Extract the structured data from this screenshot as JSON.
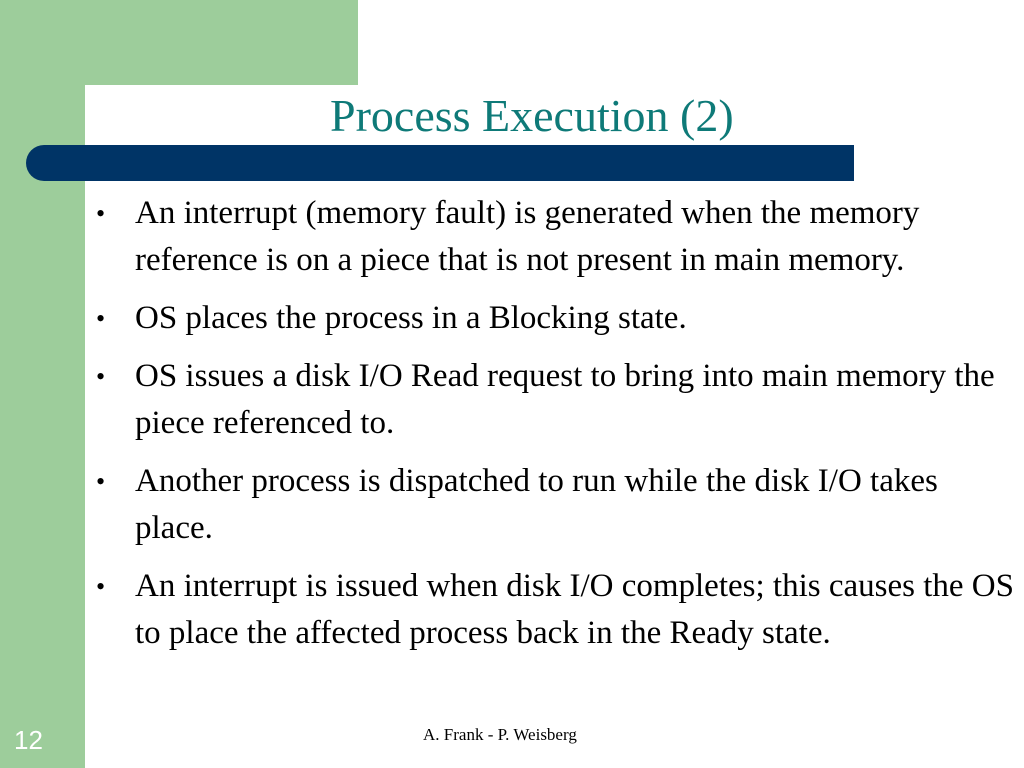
{
  "slide": {
    "title": "Process Execution (2)",
    "bullet_symbol": "•",
    "bullets": [
      "An interrupt (memory fault) is generated when the memory reference is on a piece that is not present in main memory.",
      "OS places the process in a Blocking state.",
      "OS issues a disk I/O Read request to bring into main memory the piece referenced to.",
      "Another process is dispatched to run while the disk I/O takes place.",
      "An interrupt is issued when disk I/O completes; this causes the OS to place the affected process back in the Ready state."
    ],
    "slide_number": "12",
    "footer": "A. Frank - P. Weisberg"
  },
  "colors": {
    "accent_green": "#9dcd9b",
    "title_bar_navy": "#003466",
    "title_teal": "#0e7a78"
  }
}
